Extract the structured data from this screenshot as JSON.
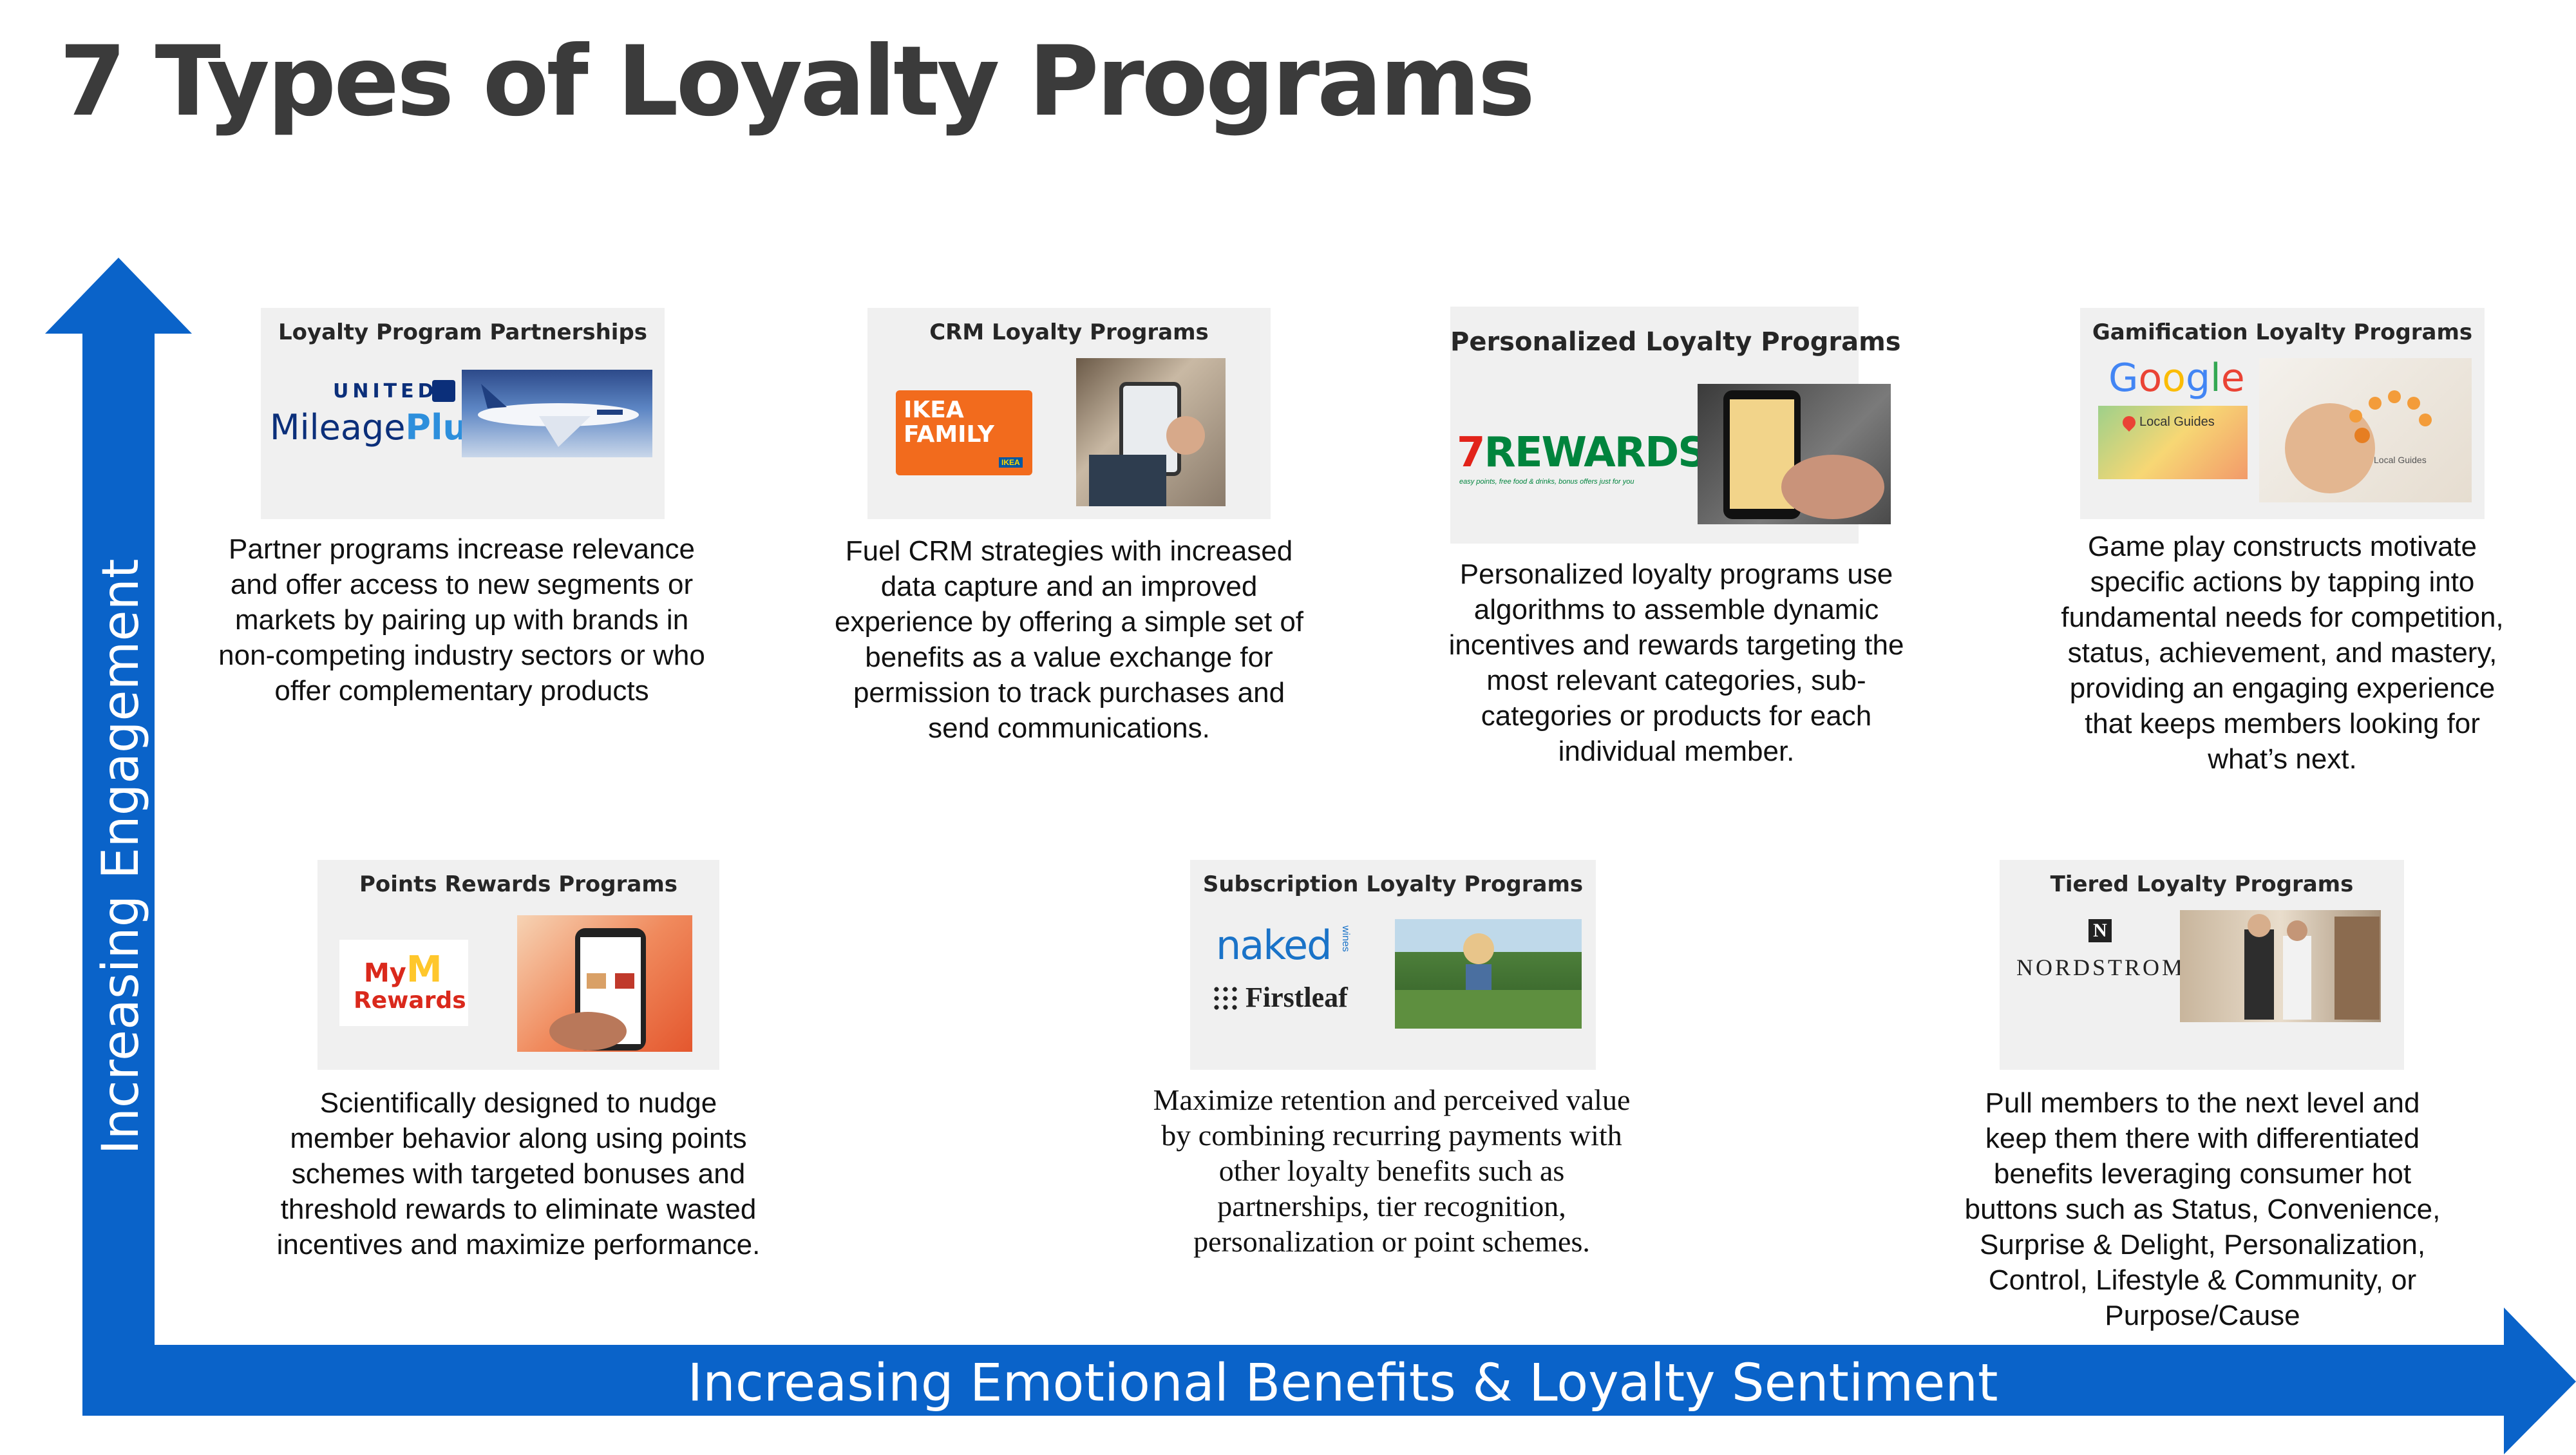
{
  "title": "7 Types of Loyalty Programs",
  "axes": {
    "y_label": "Increasing Engagement",
    "x_label": "Increasing Emotional Benefits & Loyalty Sentiment",
    "color": "#0a63c9"
  },
  "programs": [
    {
      "title": "Loyalty Program Partnerships",
      "description": "Partner programs increase relevance and offer access to new segments or markets by pairing up with brands in non-competing industry sectors or who offer complementary products",
      "logo": {
        "line1": "UNITED",
        "line2a": "Mileage",
        "line2b": "Plus"
      },
      "image": "airplane-photo"
    },
    {
      "title": "CRM Loyalty Programs",
      "description": "Fuel CRM strategies with increased data capture and an improved experience by offering a simple set of benefits as a value exchange for permission to track purchases and send communications.",
      "logo": {
        "line1": "IKEA",
        "line2": "FAMILY",
        "mark": "IKEA"
      },
      "image": "kiosk-photo"
    },
    {
      "title": "Personalized Loyalty Programs",
      "description": "Personalized loyalty programs use algorithms to assemble dynamic incentives and rewards targeting the most relevant categories, sub-categories or products for each individual member.",
      "logo": {
        "seven": "7",
        "rewards": "REWARDS",
        "tagline": "easy points, free food & drinks, bonus offers just for you"
      },
      "image": "phone-app-photo"
    },
    {
      "title": "Gamification  Loyalty Programs",
      "description": "Game play constructs motivate specific actions by tapping into fundamental needs for competition, status, achievement, and mastery, providing an engaging experience that keeps members looking for what’s next.",
      "logo": {
        "letters": [
          "G",
          "o",
          "o",
          "g",
          "l",
          "e"
        ],
        "sub": "Local Guides",
        "sub2": "Local Guides"
      },
      "image": "local-guides-photo"
    },
    {
      "title": "Points Rewards Programs",
      "description": "Scientifically designed to nudge member behavior along using points schemes with targeted bonuses and threshold rewards to eliminate wasted incentives and maximize performance.",
      "logo": {
        "my": "My",
        "m": "M",
        "rewards": "Rewards"
      },
      "image": "mcdonalds-app-photo"
    },
    {
      "title": "Subscription  Loyalty Programs",
      "description": "Maximize retention and perceived value by combining recurring payments with other loyalty benefits such as partnerships, tier recognition, personalization or point schemes.",
      "logo": {
        "naked": "naked",
        "wines": "wines",
        "firstleaf": "Firstleaf"
      },
      "image": "vineyard-photo"
    },
    {
      "title": "Tiered Loyalty Programs",
      "description": "Pull members to the next level and keep them there with differentiated benefits leveraging consumer hot buttons such as Status, Convenience, Surprise & Delight, Personalization, Control, Lifestyle & Community, or Purpose/Cause",
      "logo": {
        "n": "N",
        "name": "NORDSTROM"
      },
      "image": "store-photo"
    }
  ]
}
